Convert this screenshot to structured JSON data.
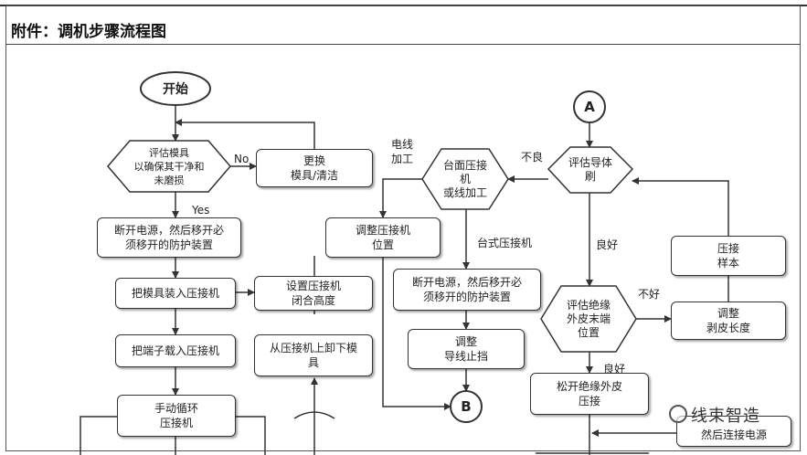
{
  "page_title": "附件：调机步骤流程图",
  "nodes": {
    "start": "开始",
    "evaluate_mold": "评估模具\n以确保其干净和\n未磨损",
    "replace_mold": "更换\n模具/清洁",
    "power_off_1": "断开电源，然后移开必\n须移开的防护装置",
    "load_mold": "把模具装入压接机",
    "set_height": "设置压接机\n闭合高度",
    "load_terminal": "把端子载入压接机",
    "unload_mold": "从压接机上卸下模\n具",
    "manual_cycle": "手动循环\n压接机",
    "connector_a": "A",
    "evaluate_brush": "评估导体\n刷",
    "bench_press": "台面压接\n机\n或线加工",
    "adjust_position": "调整压接机\n位置",
    "power_off_2": "断开电源，然后移开必\n须移开的防护装置",
    "adjust_stop": "调整\n导线止挡",
    "connector_b": "B",
    "crimp_sample": "压接\n样本",
    "evaluate_insulation": "评估绝缘\n外皮末端\n位置",
    "adjust_strip": "调整\n剥皮长度",
    "loosen_insulation": "松开绝缘外皮\n压接",
    "partial_bottom": "然后连接电源"
  },
  "labels": {
    "no": "No",
    "yes": "Yes",
    "wire_processing": "电线\n加工",
    "bad_1": "不良",
    "bench_type": "台式压接机",
    "good_1": "良好",
    "bad_2": "不好",
    "good_2": "良好"
  },
  "watermark": "线束智造",
  "colors": {
    "stroke": "#333333",
    "background": "#ffffff"
  }
}
